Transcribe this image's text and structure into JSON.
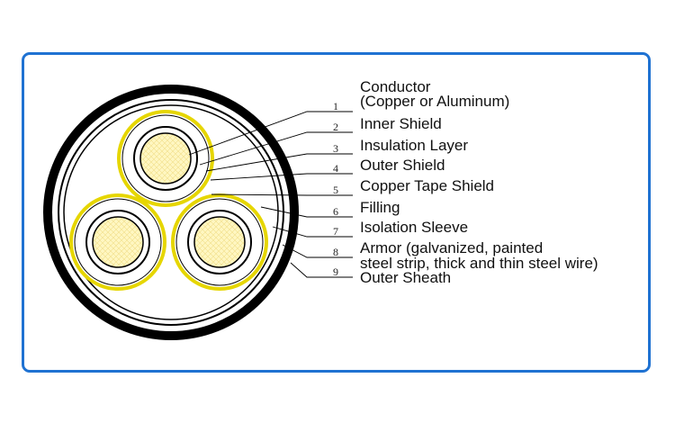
{
  "diagram": {
    "colors": {
      "frame": "#1f72d2",
      "conductor": "#fff7c2",
      "tape_shield": "#e6d600",
      "outline": "#000000"
    },
    "callouts": [
      {
        "number": "1",
        "label": "Conductor",
        "sublabel": "(Copper or Aluminum)"
      },
      {
        "number": "2",
        "label": "Inner Shield",
        "sublabel": ""
      },
      {
        "number": "3",
        "label": "Insulation Layer",
        "sublabel": ""
      },
      {
        "number": "4",
        "label": "Outer Shield",
        "sublabel": ""
      },
      {
        "number": "5",
        "label": "Copper Tape Shield",
        "sublabel": ""
      },
      {
        "number": "6",
        "label": "Filling",
        "sublabel": ""
      },
      {
        "number": "7",
        "label": "Isolation Sleeve",
        "sublabel": ""
      },
      {
        "number": "8",
        "label": "Armor (galvanized, painted",
        "sublabel": "steel strip, thick and thin steel wire)"
      },
      {
        "number": "9",
        "label": "Outer Sheath",
        "sublabel": ""
      }
    ]
  }
}
